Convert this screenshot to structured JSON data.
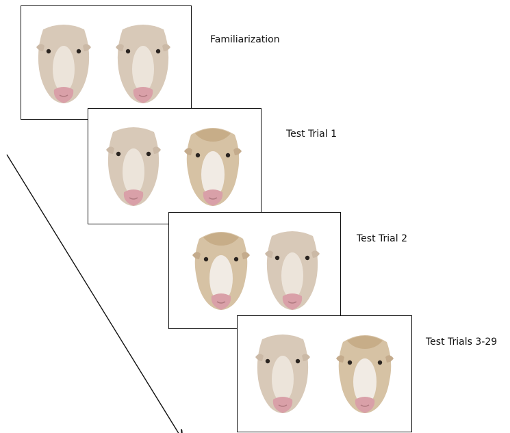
{
  "steps": [
    {
      "label": "Familiarization"
    },
    {
      "label": "Test Trial 1"
    },
    {
      "label": "Test Trial 2"
    },
    {
      "label": "Test Trials 3-29"
    }
  ],
  "colors": {
    "face_type_a": "#d8c9b8",
    "face_type_b": "#d6c2a4",
    "nose": "#d9a0a8",
    "border": "#111111"
  },
  "icons": {
    "arrow": "diagonal-arrow-icon",
    "face": "sheep-face-icon"
  }
}
